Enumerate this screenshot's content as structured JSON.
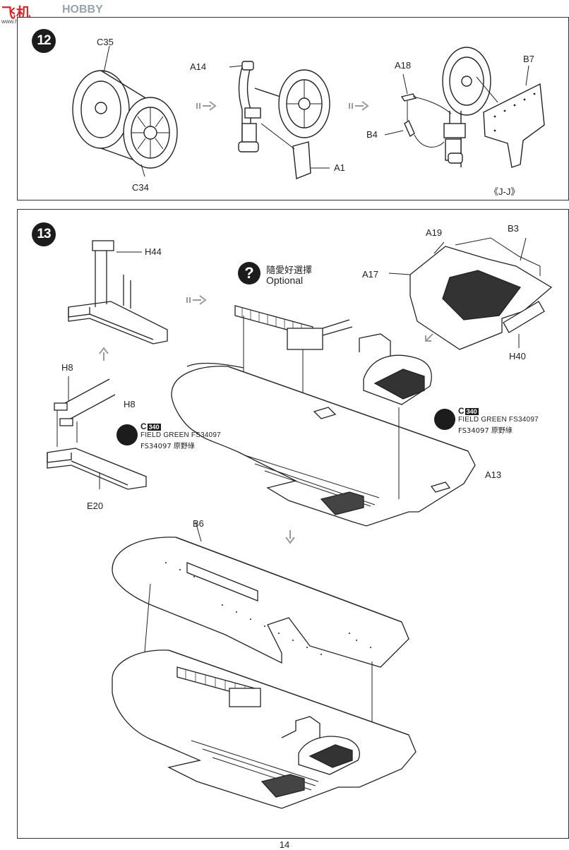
{
  "watermark": {
    "logo": "飞机",
    "search": "HOBBY SEARCH",
    "url": "www.hobbysearch.com"
  },
  "step12": {
    "number": "12",
    "labels": {
      "C35": "C35",
      "C34": "C34",
      "A14": "A14",
      "A1": "A1",
      "A18": "A18",
      "B7": "B7",
      "B4": "B4",
      "view": "《J-J》"
    }
  },
  "step13": {
    "number": "13",
    "labels": {
      "H44": "H44",
      "H8a": "H8",
      "H8b": "H8",
      "E20": "E20",
      "A19": "A19",
      "B3": "B3",
      "A17": "A17",
      "H40": "H40",
      "A13": "A13",
      "B6": "B6"
    },
    "optional": {
      "chinese": "隨愛好選擇",
      "english": "Optional"
    },
    "paint_left": {
      "code": "C",
      "badge": "340",
      "name": "FIELD GREEN FS34097",
      "chinese": "FS34097 原野綠"
    },
    "paint_right": {
      "code": "C",
      "badge": "340",
      "name": "FIELD GREEN FS34097",
      "chinese": "FS34097 原野綠"
    }
  },
  "page_number": "14",
  "colors": {
    "ink": "#222222",
    "badge": "#1c1c1c",
    "arrow": "#9a9a9a",
    "watermark_red": "#d9262c"
  }
}
